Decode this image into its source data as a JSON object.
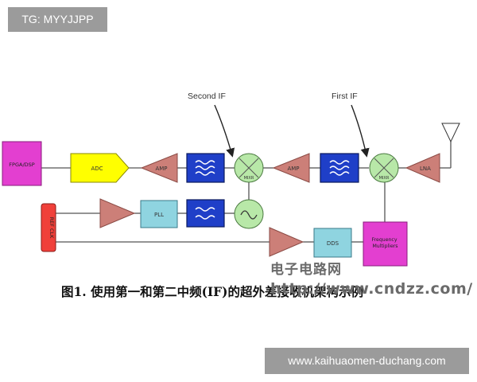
{
  "watermarks": {
    "top_left": "TG: MYYJJPP",
    "bottom_right": "www.kaihuaomen-duchang.com"
  },
  "annotations": {
    "second_if": "Second IF",
    "first_if": "First IF"
  },
  "blocks": {
    "fpga_dsp": "FPGA/DSP",
    "adc": "ADC",
    "amp1": "AMP",
    "mixer2": "MIXR",
    "amp2": "AMP",
    "mixer1": "MIXR",
    "lna": "LNA",
    "ref_clk": "REF CLK",
    "pll": "PLL",
    "dds": "DDS",
    "freq_mult": "Frequency Multipliers"
  },
  "caption": "图1. 使用第一和第二中频(IF)的超外差接收机架构示例",
  "site_watermark": {
    "name": "电子电路网",
    "url": "http://www.cndzz.com/"
  },
  "colors": {
    "fpga": "#e33fd0",
    "adc": "#ffff00",
    "amp": "#cc7f78",
    "filter": "#1f3fc8",
    "mixer": "#b8e8a8",
    "pll": "#8fd4e0",
    "ref_clk": "#f0403a",
    "freq_mult": "#e33fd0",
    "line": "#555555"
  }
}
